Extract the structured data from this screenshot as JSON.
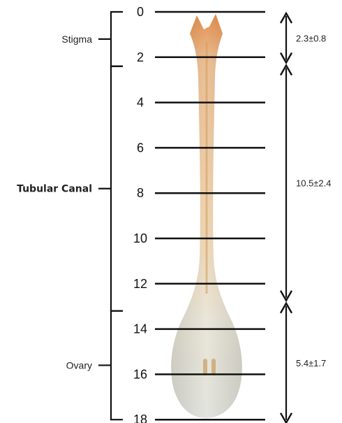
{
  "scale": {
    "tick_labels": [
      "0",
      "2",
      "4",
      "6",
      "8",
      "10",
      "12",
      "14",
      "16",
      "18"
    ],
    "tick_values": [
      0,
      2,
      4,
      6,
      8,
      10,
      12,
      14,
      16,
      18
    ]
  },
  "regions": [
    {
      "label": "Stigma",
      "start": 0,
      "end": 2.4
    },
    {
      "label": "Tubular Canal",
      "start": 2.4,
      "end": 13.2
    },
    {
      "label": "Ovary",
      "start": 13.2,
      "end": 18
    }
  ],
  "measurements": [
    {
      "label": "2.3±0.8",
      "start": 0,
      "end": 2.3
    },
    {
      "label": "10.5±2.4",
      "start": 2.3,
      "end": 12.8
    },
    {
      "label": "5.4±1.7",
      "start": 12.8,
      "end": 18.2
    }
  ],
  "colors": {
    "ink": "#111111",
    "stigma_tip": "#d9662a",
    "style_body": "#e9c99a",
    "ovary_body": "#e4e6df"
  }
}
